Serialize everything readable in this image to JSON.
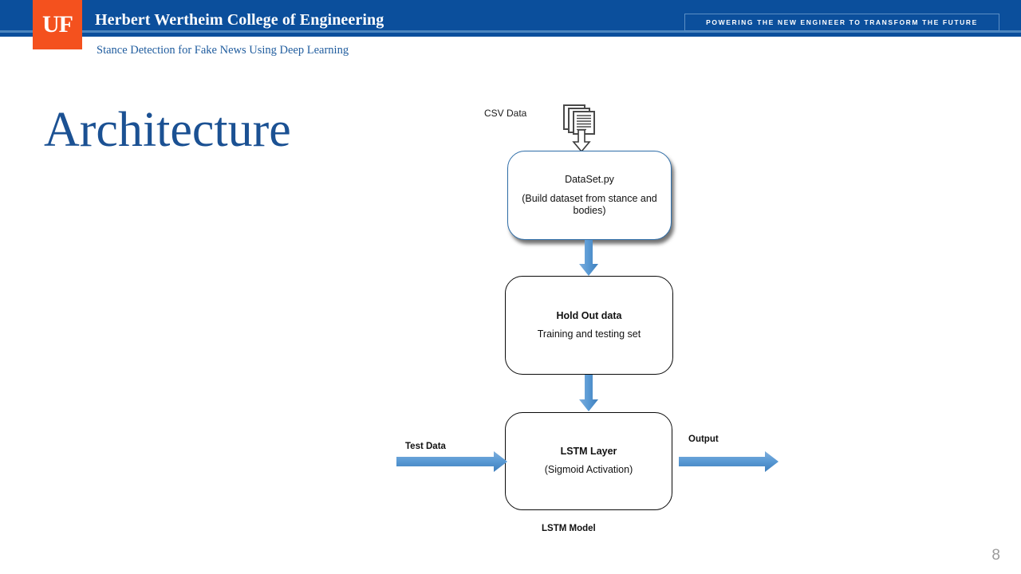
{
  "header": {
    "logo_text": "UF",
    "college_title": "Herbert Wertheim College of Engineering",
    "tagline": "POWERING THE NEW ENGINEER TO TRANSFORM THE FUTURE",
    "subtitle": "Stance Detection for Fake News Using Deep Learning",
    "colors": {
      "banner_blue": "#0B4F9C",
      "stripe_blue": "#4C86BF",
      "logo_orange": "#F4511E",
      "subtitle_blue": "#1F5C9E"
    }
  },
  "slide": {
    "title": "Architecture",
    "title_color": "#1B5193",
    "page_number": "8"
  },
  "diagram": {
    "source_label": "CSV Data",
    "source_icon": "stacked-documents-icon",
    "arrow_color": "#5B9BD5",
    "boxes": [
      {
        "line1": "DataSet.py",
        "line2": "(Build dataset from stance and bodies)",
        "border_color": "#2E6DA8"
      },
      {
        "line1": "Hold Out data",
        "line2": "Training and testing set",
        "border_color": "#0a0a0a"
      },
      {
        "line1": "LSTM Layer",
        "line2": "(Sigmoid Activation)",
        "border_color": "#0a0a0a"
      }
    ],
    "input_label": "Test Data",
    "output_label": "Output",
    "model_caption": "LSTM Model"
  }
}
